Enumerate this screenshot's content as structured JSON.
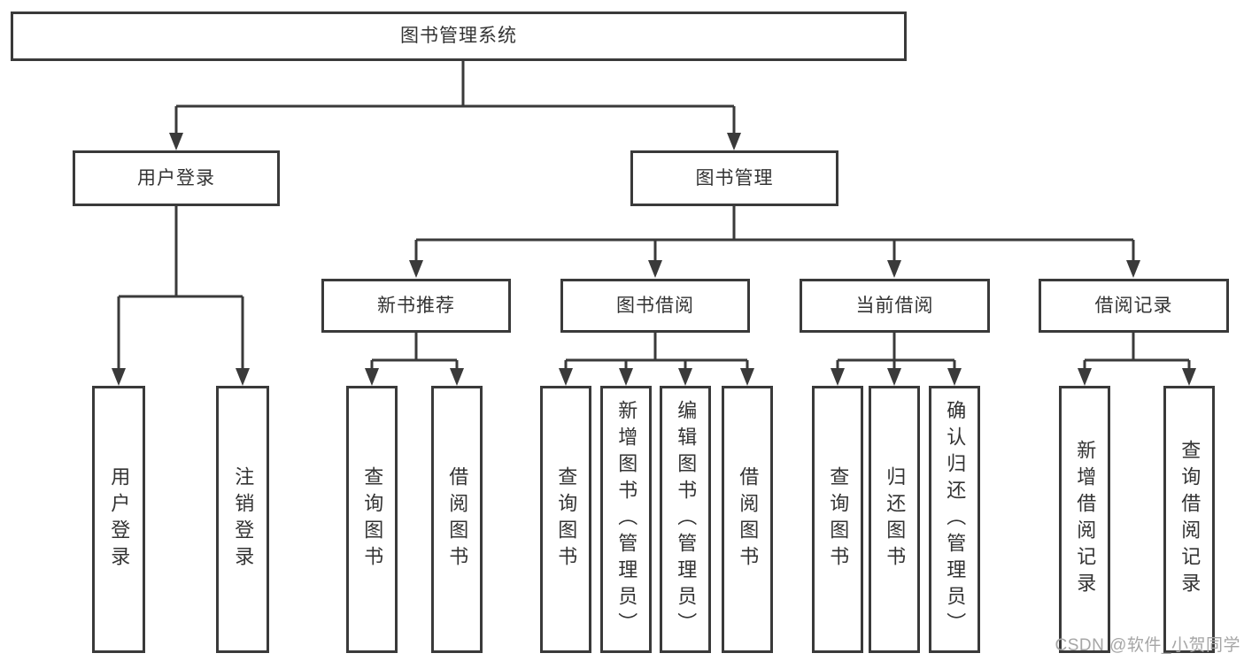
{
  "tree": {
    "root": {
      "label": "图书管理系统"
    },
    "branches": {
      "user_login": {
        "label": "用户登录",
        "children": [
          {
            "label": "用户登录"
          },
          {
            "label": "注销登录"
          }
        ]
      },
      "book_mgmt": {
        "label": "图书管理",
        "sections": {
          "new_book_rec": {
            "label": "新书推荐",
            "children": [
              {
                "label": "查询图书"
              },
              {
                "label": "借阅图书"
              }
            ]
          },
          "book_borrow": {
            "label": "图书借阅",
            "children": [
              {
                "label": "查询图书"
              },
              {
                "label": "新增图书（管理员）"
              },
              {
                "label": "编辑图书（管理员）"
              },
              {
                "label": "借阅图书"
              }
            ]
          },
          "current_borrow": {
            "label": "当前借阅",
            "children": [
              {
                "label": "查询图书"
              },
              {
                "label": "归还图书"
              },
              {
                "label": "确认归还（管理员）"
              }
            ]
          },
          "borrow_records": {
            "label": "借阅记录",
            "children": [
              {
                "label": "新增借阅记录"
              },
              {
                "label": "查询借阅记录"
              }
            ]
          }
        }
      }
    }
  },
  "watermark": {
    "text": "CSDN @软件_小贺同学"
  },
  "colors": {
    "line": "#3a3a3a",
    "box_border": "#3a3a3a",
    "text": "#333333",
    "background": "#ffffff",
    "watermark": "#a6a6a6"
  }
}
